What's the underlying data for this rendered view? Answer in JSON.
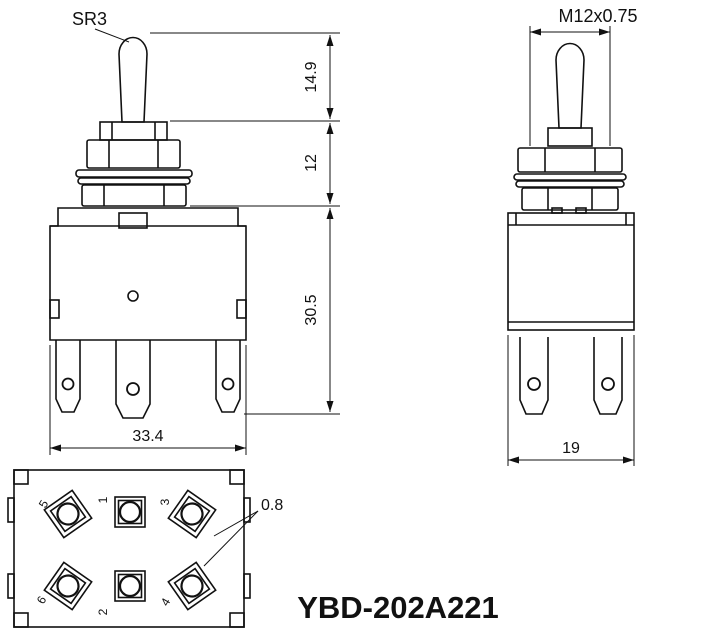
{
  "part_number": "YBD-202A221",
  "front_view": {
    "toggle_tip_radius_label": "SR3",
    "dim_toggle_height": "14.9",
    "dim_bushing_height": "12",
    "dim_body_height": "30.5",
    "dim_body_width": "33.4"
  },
  "side_view": {
    "thread_label": "M12x0.75",
    "dim_body_depth": "19"
  },
  "bottom_view": {
    "dim_terminal_thickness": "0.8",
    "terminal_numbers": [
      "1",
      "2",
      "3",
      "4",
      "5",
      "6"
    ]
  },
  "colors": {
    "line": "#111111",
    "background": "#ffffff"
  }
}
